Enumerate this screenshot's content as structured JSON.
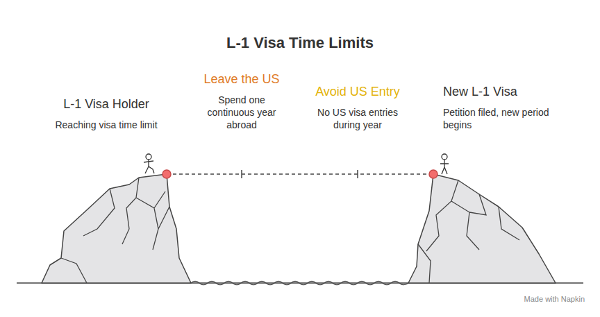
{
  "diagram": {
    "title": "L-1 Visa Time Limits",
    "nodes": [
      {
        "text": [
          "L-1 Visa Holder",
          "Reaching visa time limit"
        ]
      },
      {
        "text": [
          "Leave the US",
          "Spend one continuous year abroad"
        ]
      },
      {
        "text": [
          "Avoid US Entry",
          "No US visa entries during year"
        ]
      },
      {
        "text": [
          "New L-1 Visa",
          "Petition filed, new period begins"
        ]
      }
    ],
    "edges": [
      {
        "from": 0,
        "to": 3,
        "arrow": "none"
      }
    ],
    "labels": [
      "Made with Napkin"
    ]
  }
}
